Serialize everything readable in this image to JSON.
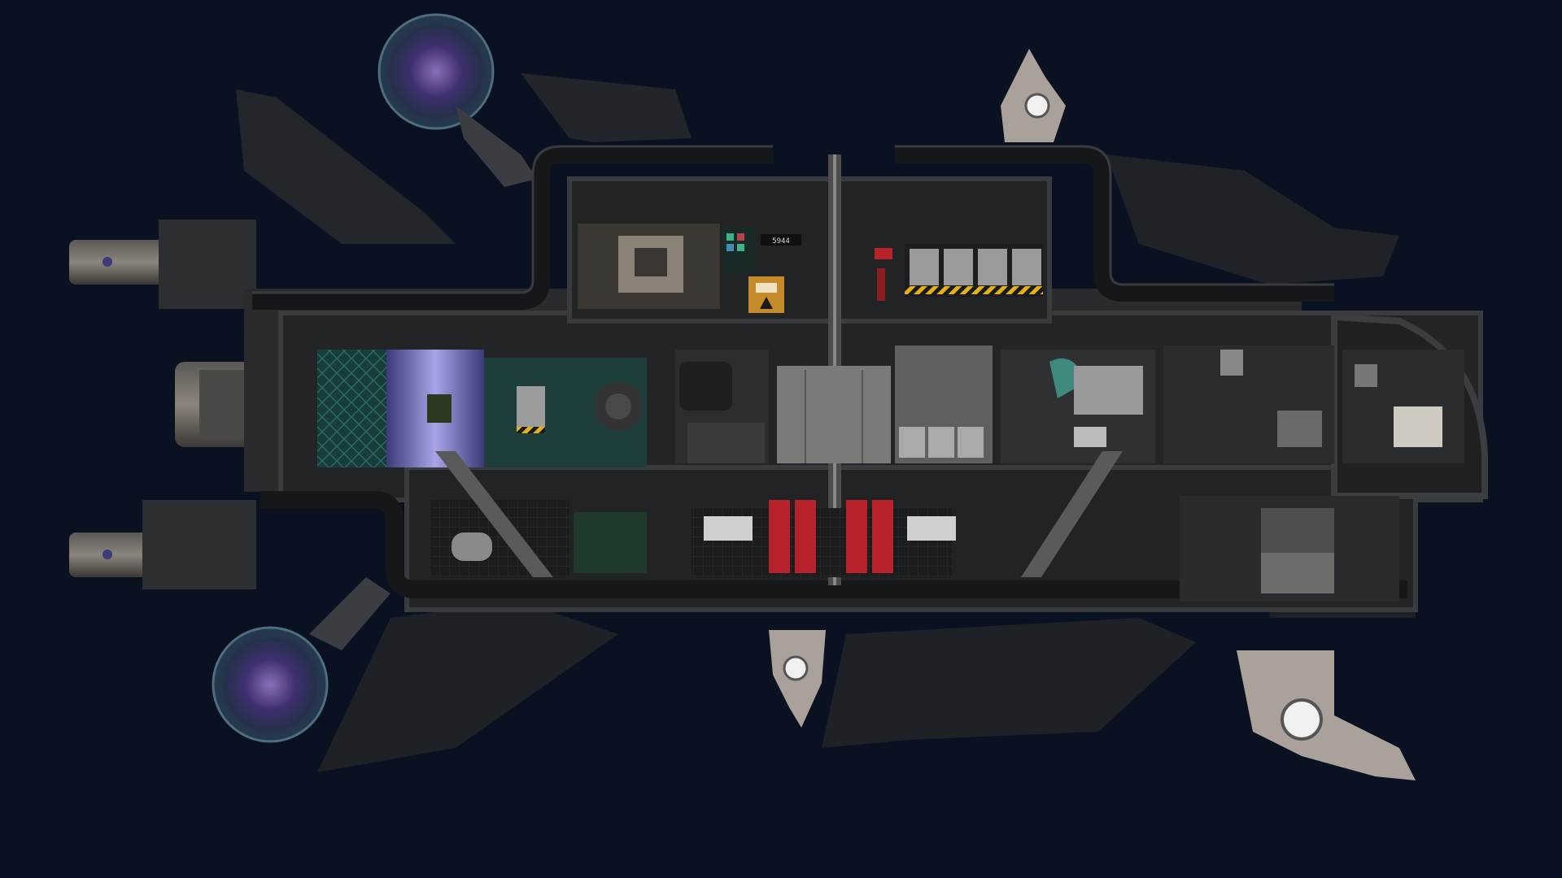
{
  "scene": {
    "background_color": "#0a1120",
    "hull_color": "#2b2b2d",
    "pipe_color": "#1e1e20",
    "accent_red": "#b8222b",
    "accent_teal": "#2f7f78",
    "warning_yellow": "#e2b21a"
  },
  "ship": {
    "room_sign": "5944",
    "rooms": [
      {
        "id": "reactor",
        "icon": "reactor-core-icon"
      },
      {
        "id": "cargo",
        "icon": "crate-icon"
      },
      {
        "id": "lockers",
        "icon": "locker-icon"
      },
      {
        "id": "machinery",
        "icon": "machine-icon"
      },
      {
        "id": "medbay",
        "icon": "med-chair-icon"
      },
      {
        "id": "crew-bay",
        "icon": "seat-icon"
      },
      {
        "id": "power-panel",
        "icon": "battery-icon"
      },
      {
        "id": "storage-lower",
        "icon": "tank-icon"
      },
      {
        "id": "fabricator",
        "icon": "fabricator-icon"
      }
    ],
    "thrusters": [
      "thruster-top",
      "thruster-middle",
      "thruster-bottom"
    ],
    "shield_orbs": [
      "shield-orb-top",
      "shield-orb-bottom"
    ],
    "turrets": [
      "turret-top",
      "turret-bottom-left",
      "turret-bottom-right"
    ]
  }
}
